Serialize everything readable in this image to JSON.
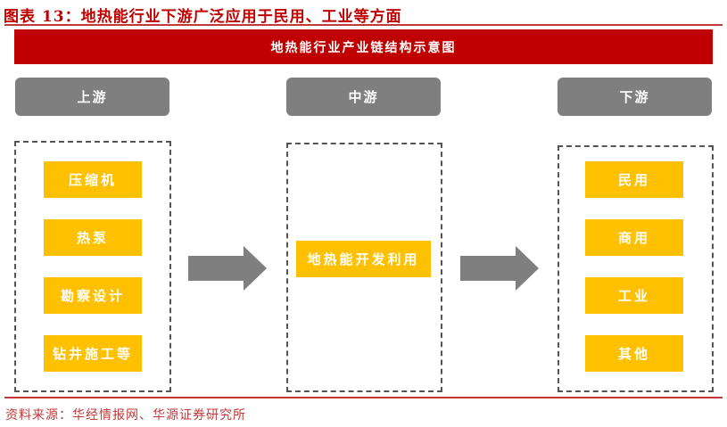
{
  "figure": {
    "title": "图表 13：地热能行业下游广泛应用于民用、工业等方面",
    "banner": "地热能行业产业链结构示意图",
    "source": "资料来源：华经情报网、华源证券研究所"
  },
  "stages": [
    {
      "label": "上游",
      "items": [
        "压缩机",
        "热泵",
        "勘察设计",
        "钻井施工等"
      ]
    },
    {
      "label": "中游",
      "items": [
        "地热能开发利用"
      ]
    },
    {
      "label": "下游",
      "items": [
        "民用",
        "商用",
        "工业",
        "其他"
      ]
    }
  ],
  "colors": {
    "title_red": "#c00000",
    "banner_red": "#c00000",
    "stage_gray": "#7f7f7f",
    "item_yellow": "#ffc000",
    "arrow_gray": "#7f7f7f"
  }
}
